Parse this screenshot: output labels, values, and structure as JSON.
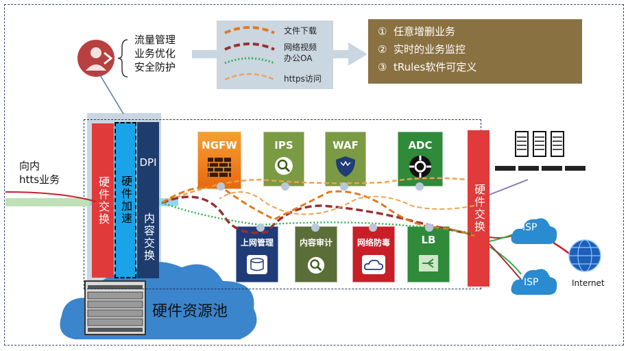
{
  "management": {
    "lines": [
      "流量管理",
      "业务优化",
      "安全防护"
    ]
  },
  "legend": [
    {
      "label": "文件下载",
      "color": "#e07a1f",
      "style": "dashed"
    },
    {
      "label": "网络视频",
      "color": "#9b3030",
      "style": "dashed"
    },
    {
      "label": "办公OA",
      "color": "#2fb04a",
      "style": "dotted"
    },
    {
      "label": "https访问",
      "color": "#f0a050",
      "style": "dashed"
    }
  ],
  "features": [
    {
      "num": "①",
      "text": "任意增删业务"
    },
    {
      "num": "②",
      "text": "实时的业务监控"
    },
    {
      "num": "③",
      "text": "tRules软件可定义"
    }
  ],
  "inbound": {
    "line1": "向内",
    "line2": "htts业务"
  },
  "bars": {
    "hw_switch_left": "硬件交换",
    "hw_accel": "硬件加速",
    "dpi": "DPI",
    "content_switch": "内容交换",
    "hw_switch_right": "硬件交换"
  },
  "top_modules": [
    {
      "label": "NGFW",
      "color": "#f07a10",
      "icon": "firewall-icon"
    },
    {
      "label": "IPS",
      "color": "#7a9a44",
      "icon": "magnifier-icon"
    },
    {
      "label": "WAF",
      "color": "#7a9a44",
      "icon": "shield-icon"
    },
    {
      "label": "ADC",
      "color": "#2f8a3a",
      "icon": "adc-icon"
    }
  ],
  "bottom_modules": [
    {
      "label": "上网管理",
      "color": "#1f3c78",
      "icon": "database-icon"
    },
    {
      "label": "内容审计",
      "color": "#5b6e38",
      "icon": "magnifier-icon"
    },
    {
      "label": "网络防毒",
      "color": "#c81e28",
      "icon": "cloud-icon"
    },
    {
      "label": "LB",
      "color": "#2f8a3a",
      "icon": "balancer-icon"
    }
  ],
  "pool": {
    "label": "硬件资源池"
  },
  "isp": {
    "top": "ISP",
    "bottom": "ISP"
  },
  "internet": {
    "label": "Internet"
  },
  "colors": {
    "cloud": "#3a85cc",
    "red_bar": "#e03a3a",
    "accel": "#1aa3e8",
    "dark_bar": "#1f3c6e",
    "isp_cloud": "#2b8bd0"
  }
}
